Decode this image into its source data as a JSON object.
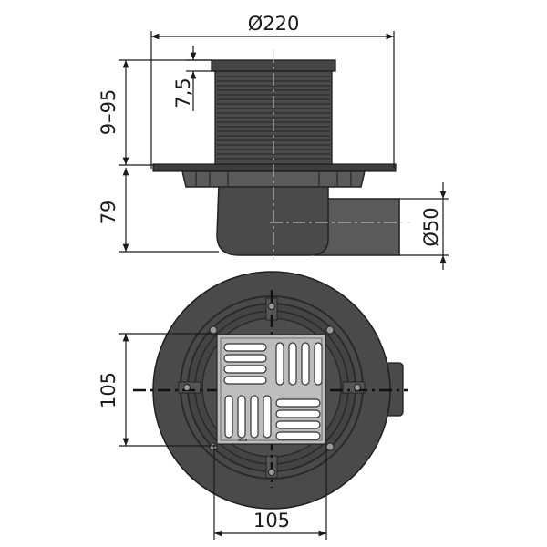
{
  "dimensions": {
    "diameter_top": "Ø220",
    "height_adjust": "9–95",
    "collar": "7,5",
    "body_height": "79",
    "outlet_diameter": "Ø50",
    "grate_height": "105",
    "grate_width": "105"
  },
  "grate_logo": "alca",
  "colors": {
    "body": "#4a4a4a",
    "steel_grate": "#bdbdbd",
    "lines": "#1a1a1a"
  }
}
